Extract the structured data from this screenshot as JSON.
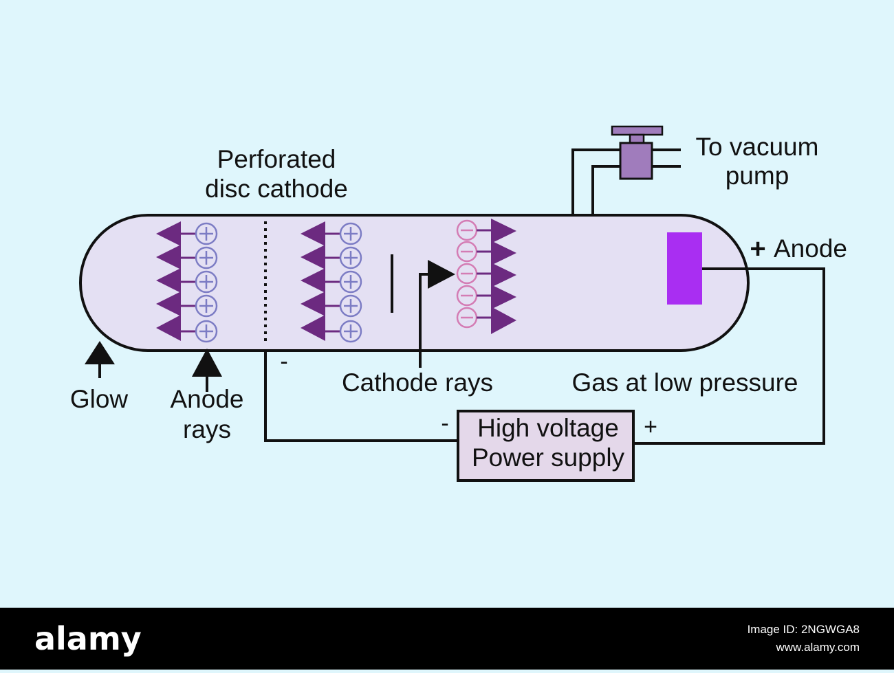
{
  "labels": {
    "perforated_cathode_line1": "Perforated",
    "perforated_cathode_line2": "disc cathode",
    "vacuum_line1": "To vacuum",
    "vacuum_line2": "pump",
    "anode_label": "Anode",
    "anode_plus": "+",
    "glow": "Glow",
    "anode_rays_line1": "Anode",
    "anode_rays_line2": "rays",
    "cathode_minus": "-",
    "cathode_rays": "Cathode rays",
    "gas": "Gas at low pressure",
    "supply_line1": "High voltage",
    "supply_line2": "Power supply",
    "supply_minus": "-",
    "supply_plus": "+"
  },
  "footer": {
    "brand": "alamy",
    "image_id": "Image ID: 2NGWGA8",
    "site": "www.alamy.com"
  },
  "colors": {
    "background": "#dff6fc",
    "tube_fill": "#e4e0f3",
    "anode_plate": "#a92ef2",
    "cathode_triangles": "#6c2a80",
    "positive_ion": "#7c7cc4",
    "negative_ion": "#d47cb4",
    "valve": "#a07cbc",
    "supply_fill": "#e4d8ea",
    "footer": "#000000"
  }
}
